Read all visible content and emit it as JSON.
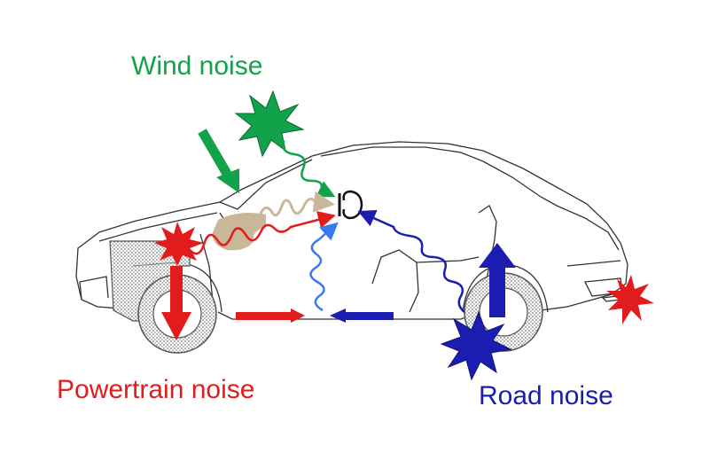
{
  "labels": {
    "wind": "Wind noise",
    "powertrain": "Powertrain noise",
    "road": "Road noise"
  },
  "colors": {
    "wind": "#11a24a",
    "powertrain": "#e21c1c",
    "road": "#1b1db0",
    "road_light": "#3a78f0",
    "structure": "#c9b79a",
    "outline": "#333333"
  },
  "icons": {
    "listener": "ear-icon",
    "wind_source": "burst-icon",
    "powertrain_source": "burst-icon",
    "exhaust_source": "burst-icon",
    "road_source": "burst-icon"
  }
}
